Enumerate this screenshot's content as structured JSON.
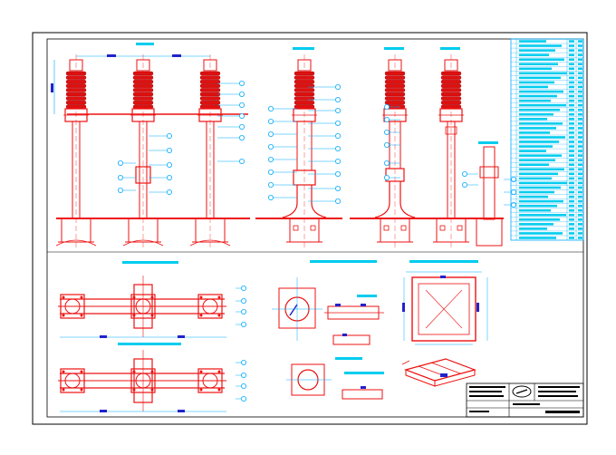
{
  "colors": {
    "background": "#ffffff",
    "frame": "#000000",
    "part": "#ee1111",
    "insulator": "#dd1111",
    "dimension": "#00aaff",
    "label": "#00ccee",
    "accent": "#2222cc"
  },
  "views": [
    {
      "id": "pole-1"
    },
    {
      "id": "pole-2"
    },
    {
      "id": "pole-3"
    },
    {
      "id": "pole-4"
    },
    {
      "id": "pole-5"
    },
    {
      "id": "pole-6"
    }
  ],
  "parts_list": {
    "rows": 44
  },
  "title_block": {
    "logo": "company-logo-icon"
  }
}
